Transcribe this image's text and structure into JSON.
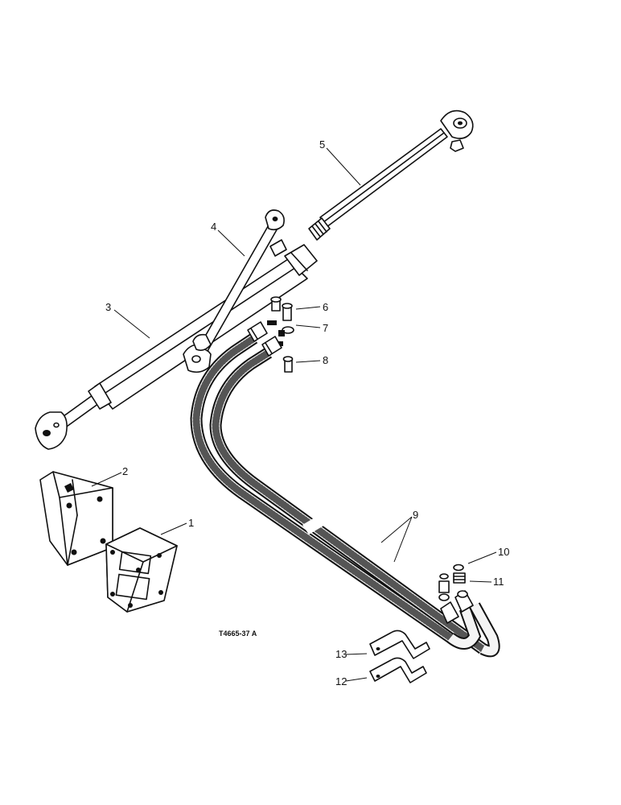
{
  "figure": {
    "id": "T4665-37 A"
  },
  "callouts": [
    {
      "number": "1"
    },
    {
      "number": "2"
    },
    {
      "number": "3"
    },
    {
      "number": "4"
    },
    {
      "number": "5"
    },
    {
      "number": "6"
    },
    {
      "number": "7"
    },
    {
      "number": "8"
    },
    {
      "number": "9"
    },
    {
      "number": "10"
    },
    {
      "number": "11"
    },
    {
      "number": "12"
    },
    {
      "number": "13"
    }
  ]
}
